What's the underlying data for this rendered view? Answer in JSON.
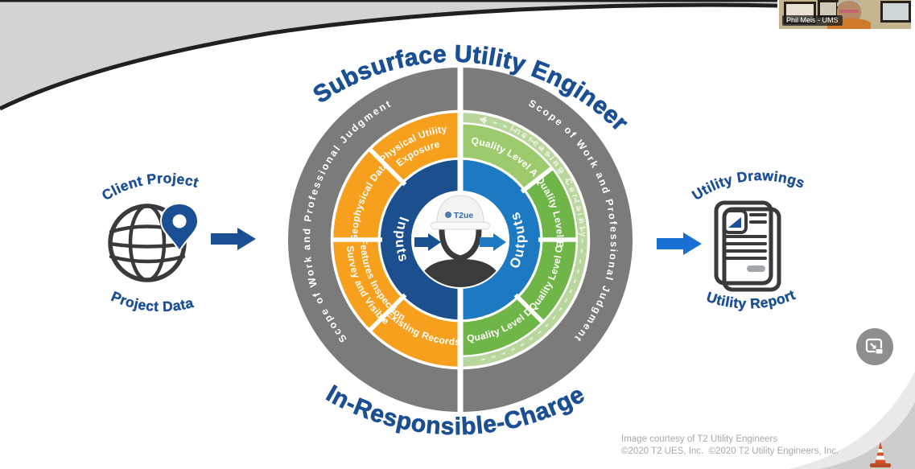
{
  "colors": {
    "blue": "#1b4f94",
    "bright-blue": "#1a70d2",
    "navy-ring": "#1b4f8d",
    "out-blue": "#1d7ac2",
    "orange": "#f6a01d",
    "green": "#6fb548",
    "green-light": "#9cca6c",
    "green-band": "#b9d69c",
    "ring-gray": "#7b7b79",
    "ink": "#3a3a3c",
    "muted": "#a9a9a9"
  },
  "video": {
    "participant": "Phil Meis - UMS"
  },
  "diagram": {
    "title_top": "Subsurface Utility Engineer",
    "title_bottom": "In-Responsible-Charge",
    "client_label": "Client Project",
    "client_sublabel": "Project Data",
    "output_label": "Utility Drawings",
    "output_sublabel": "Utility Report",
    "wheel": {
      "scope_left": "Scope of Work and Professional Judgment",
      "scope_right": "Scope of Work and Professional Judgment",
      "inputs": "Inputs",
      "outputs": "Outputs",
      "hat_logo": "T2ue",
      "segments": {
        "physical_l1": "Physical Utility",
        "physical_l2": "Exposure",
        "geophysical": "Geophysical Data",
        "survey_l1": "Survey and Visible",
        "survey_l2": "Features Inspection",
        "existing": "Existing Records",
        "qa": "Quality Level A",
        "qb": "Quality Level B",
        "qc": "Quality Level C",
        "qd": "Quality Level D",
        "increasing": "Increasing Certainty"
      }
    },
    "icons": {
      "left": "globe-location-icon",
      "right": "documents-icon",
      "center": "engineer-hardhat-icon",
      "flow": "arrow-right-icon"
    }
  },
  "footer": {
    "credit": "Image courtesy of T2 Utility Engineers",
    "copyright": "©2020 T2 UES, Inc.  ©2020 T2 Utility Engineers, Inc."
  },
  "overlay": {
    "pip_icon": "miniplayer-icon",
    "cone_icon": "traffic-cone-icon"
  }
}
